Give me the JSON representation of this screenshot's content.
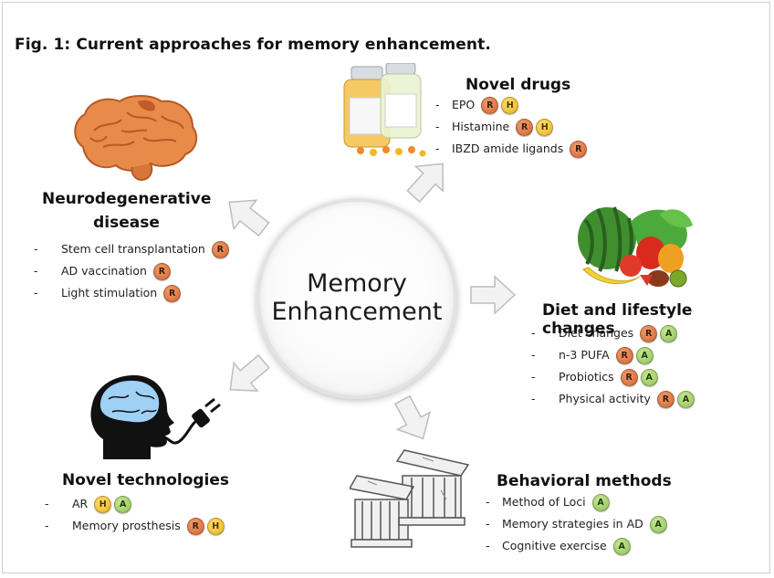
{
  "figure": {
    "title": "Fig. 1: Current approaches for memory enhancement.",
    "center_label_line1": "Memory",
    "center_label_line2": "Enhancement"
  },
  "colors": {
    "R": "#d9692f",
    "H": "#f0bb28",
    "A": "#9ccc60",
    "arrow_fill": "#f2f2f2",
    "arrow_stroke": "#bdbdbd"
  },
  "sections": {
    "neuro": {
      "heading_line1": "Neurodegenerative",
      "heading_line2": "disease",
      "items": [
        {
          "label": "Stem cell transplantation",
          "badges": [
            "R"
          ]
        },
        {
          "label": "AD vaccination",
          "badges": [
            "R"
          ]
        },
        {
          "label": "Light stimulation",
          "badges": [
            "R"
          ]
        }
      ]
    },
    "drugs": {
      "heading": "Novel drugs",
      "items": [
        {
          "label": "EPO",
          "badges": [
            "R",
            "H"
          ]
        },
        {
          "label": "Histamine",
          "badges": [
            "R",
            "H"
          ]
        },
        {
          "label": "IBZD amide ligands",
          "badges": [
            "R"
          ]
        }
      ]
    },
    "diet": {
      "heading": "Diet and lifestyle changes",
      "items": [
        {
          "label": "Diet changes",
          "badges": [
            "R",
            "A"
          ]
        },
        {
          "label": "n-3 PUFA",
          "badges": [
            "R",
            "A"
          ]
        },
        {
          "label": "Probiotics",
          "badges": [
            "R",
            "A"
          ]
        },
        {
          "label": "Physical activity",
          "badges": [
            "R",
            "A"
          ]
        }
      ]
    },
    "behavioral": {
      "heading": "Behavioral methods",
      "items": [
        {
          "label": "Method of Loci",
          "badges": [
            "A"
          ]
        },
        {
          "label": "Memory strategies in AD",
          "badges": [
            "A"
          ]
        },
        {
          "label": "Cognitive exercise",
          "badges": [
            "A"
          ]
        }
      ]
    },
    "tech": {
      "heading": "Novel technologies",
      "items": [
        {
          "label": "AR",
          "badges": [
            "H",
            "A"
          ]
        },
        {
          "label": "Memory prosthesis",
          "badges": [
            "R",
            "H"
          ]
        }
      ]
    }
  },
  "icons": {
    "brain": "brain-icon",
    "pills": "pill-bottles-icon",
    "fruits": "fruits-vegetables-icon",
    "buildings": "buildings-icon",
    "head": "head-with-plug-icon"
  }
}
